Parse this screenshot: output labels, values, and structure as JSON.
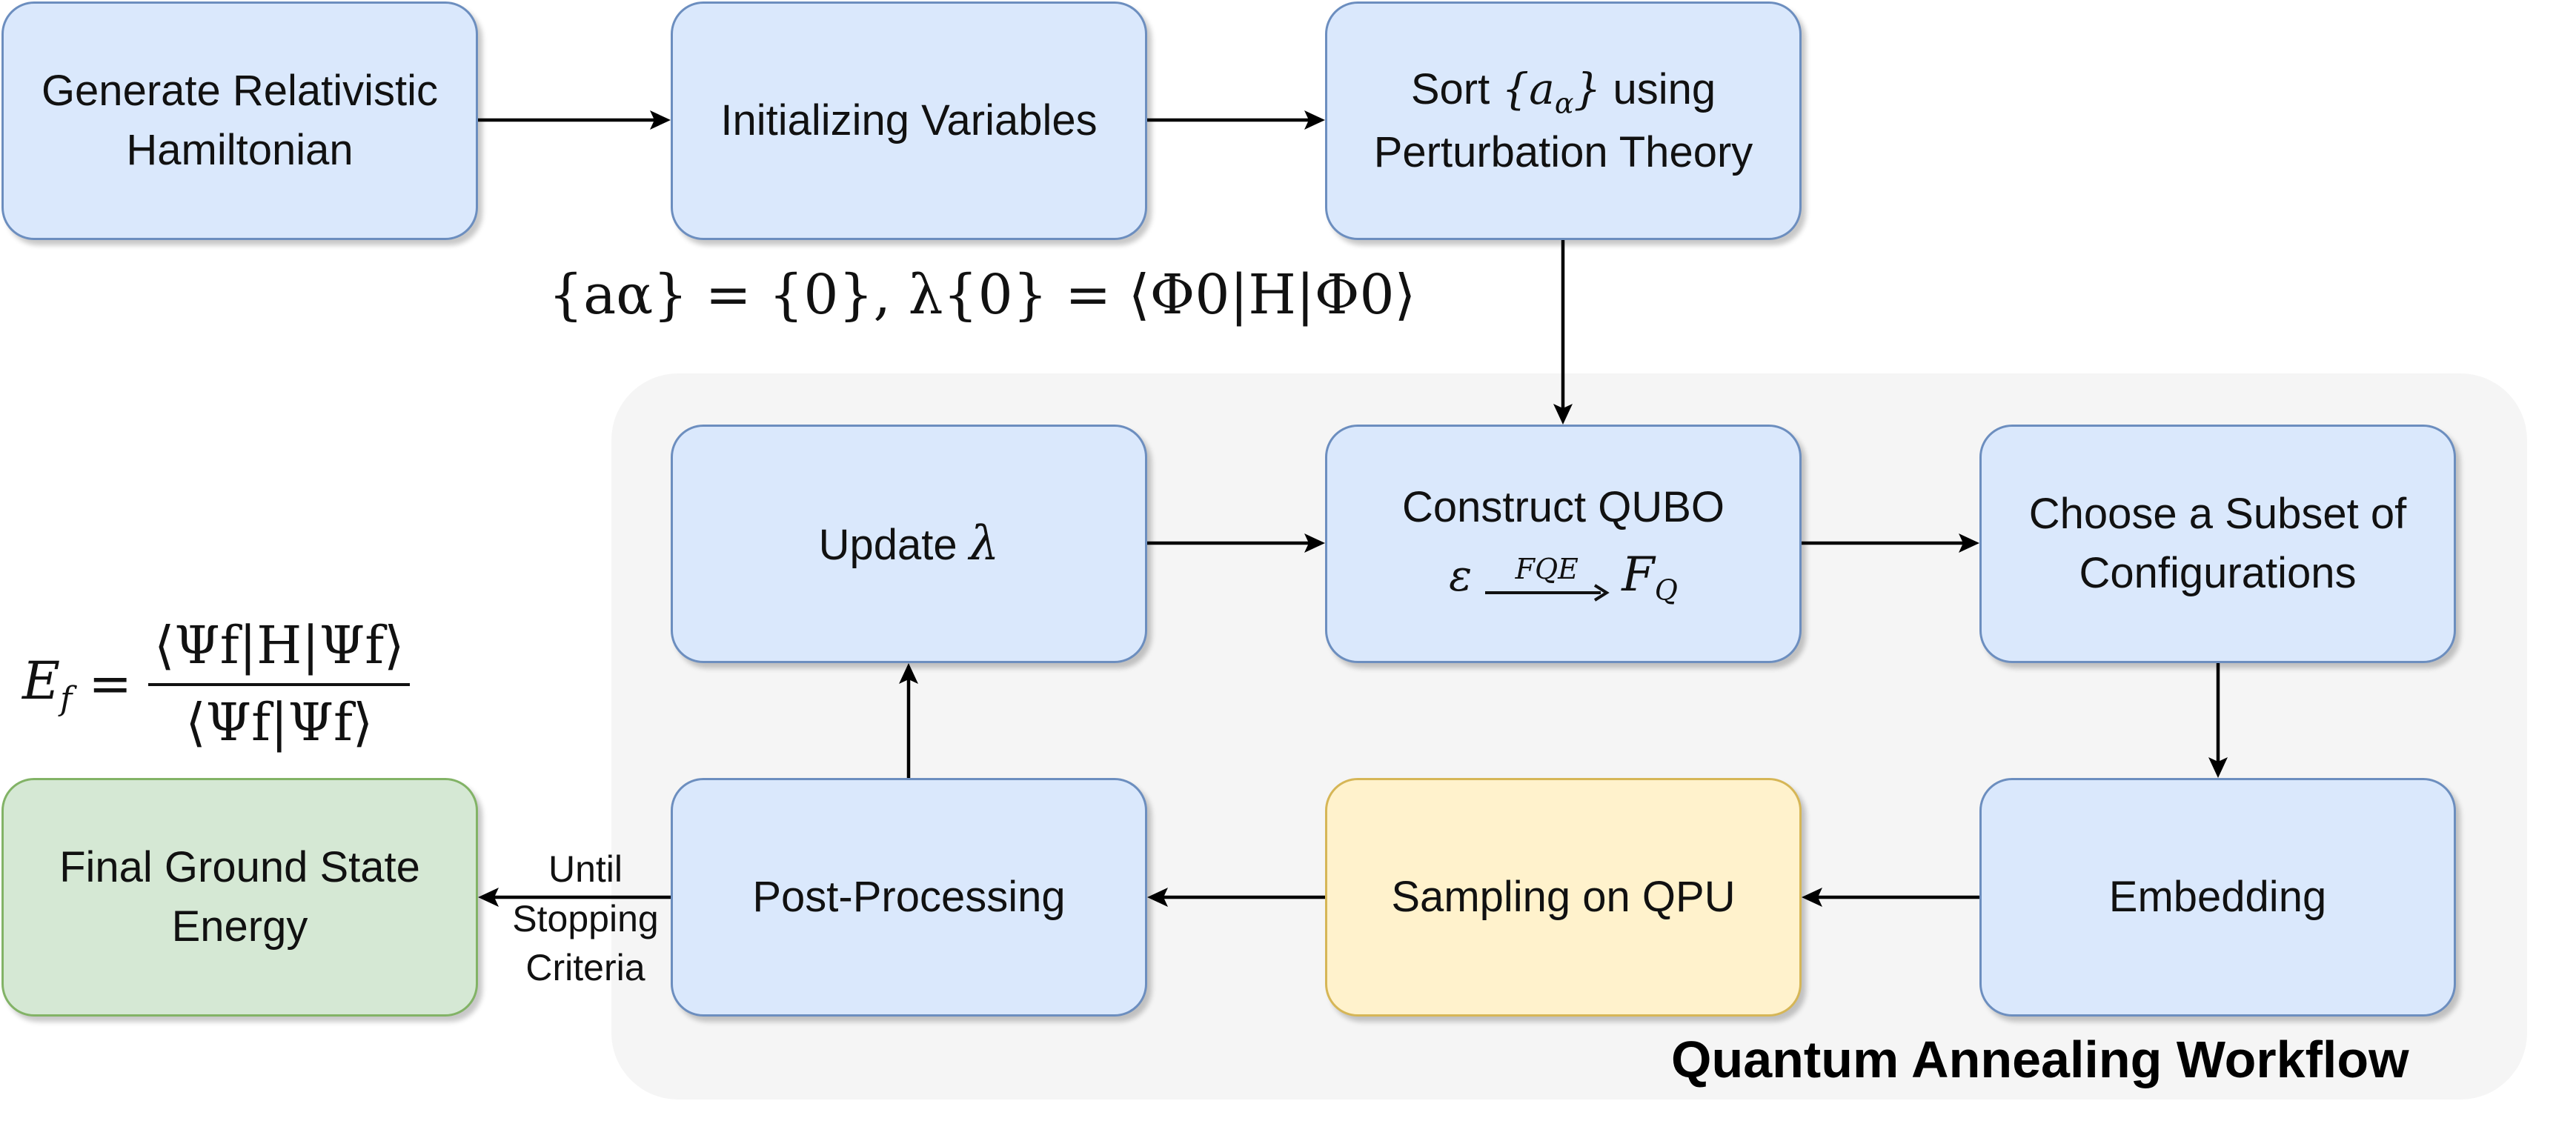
{
  "nodes": {
    "generate": {
      "line1": "Generate Relativistic",
      "line2": "Hamiltonian"
    },
    "initialize": {
      "label": "Initializing Variables"
    },
    "sort": {
      "line1_prefix": "Sort ",
      "line1_math": "{a",
      "line1_sub": "α",
      "line1_close": "}",
      "line1_suffix": " using",
      "line2": "Perturbation Theory"
    },
    "update": {
      "label": "Update ",
      "math": "λ"
    },
    "construct": {
      "line1": "Construct QUBO",
      "eps": "ε",
      "arrow_label": "FQE",
      "fq": "F",
      "fq_sub": "Q"
    },
    "choose": {
      "line1": "Choose a Subset of",
      "line2": "Configurations"
    },
    "embedding": {
      "label": "Embedding"
    },
    "sampling": {
      "label": "Sampling on QPU"
    },
    "postprocessing": {
      "label": "Post-Processing"
    },
    "final": {
      "line1": "Final Ground State",
      "line2": "Energy"
    }
  },
  "annotations": {
    "init_formula": "{aα} = {0}, λ{0} = ⟨Φ0|H|Φ0⟩",
    "energy_lhs": "E",
    "energy_lhs_sub": "f",
    "energy_num": "⟨Ψf|H|Ψf⟩",
    "energy_den": "⟨Ψf|Ψf⟩",
    "until_line1": "Until",
    "until_line2": "Stopping",
    "until_line3": "Criteria"
  },
  "region": {
    "title": "Quantum Annealing Workflow"
  },
  "colors": {
    "blue_fill": "#dae8fc",
    "blue_stroke": "#6c8ebf",
    "yellow_fill": "#fff2cc",
    "yellow_stroke": "#d6b656",
    "green_fill": "#d5e8d4",
    "green_stroke": "#82b366",
    "region_fill": "#f5f5f5"
  }
}
